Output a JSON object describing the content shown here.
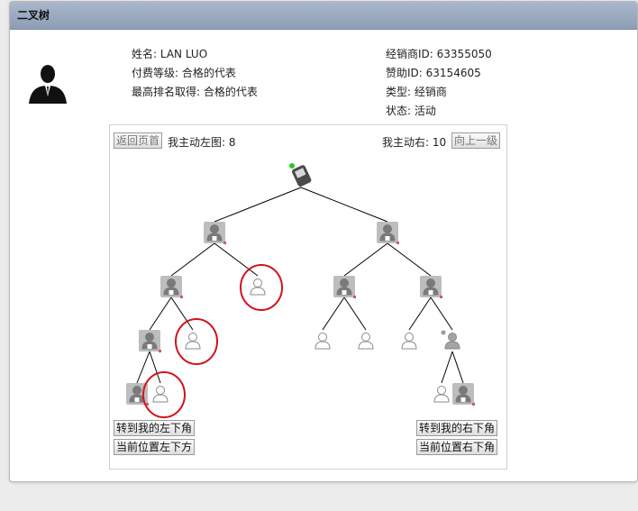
{
  "panel": {
    "title": "二叉树"
  },
  "member": {
    "name_label": "姓名:",
    "name_value": "LAN LUO",
    "pay_level_label": "付费等级:",
    "pay_level_value": "合格的代表",
    "highest_rank_label": "最高排名取得:",
    "highest_rank_value": "合格的代表",
    "dealer_id_label": "经销商ID:",
    "dealer_id_value": "63355050",
    "sponsor_id_label": "赞助ID:",
    "sponsor_id_value": "63154605",
    "type_label": "类型:",
    "type_value": "经销商",
    "status_label": "状态:",
    "status_value": "活动"
  },
  "tree": {
    "back_button": "返回页首",
    "left_count_label": "我主动左图:",
    "left_count": "8",
    "right_count_label": "我主动右:",
    "right_count": "10",
    "up_button": "向上一级",
    "go_bottom_left": "转到我的左下角",
    "go_bottom_right": "转到我的右下角",
    "current_bottom_left": "当前位置左下方",
    "current_bottom_right": "当前位置右下角",
    "nodes": [
      {
        "id": "root",
        "type": "phone-icon"
      },
      {
        "id": "L",
        "type": "active-member",
        "parent": "root"
      },
      {
        "id": "R",
        "type": "active-member",
        "parent": "root"
      },
      {
        "id": "LL",
        "type": "active-member",
        "parent": "L"
      },
      {
        "id": "LR",
        "type": "empty-slot",
        "parent": "L",
        "highlighted": true
      },
      {
        "id": "RL",
        "type": "active-member",
        "parent": "R"
      },
      {
        "id": "RR",
        "type": "active-member",
        "parent": "R"
      },
      {
        "id": "LLL",
        "type": "active-member",
        "parent": "LL"
      },
      {
        "id": "LLR",
        "type": "empty-slot",
        "parent": "LL",
        "highlighted": true
      },
      {
        "id": "RLL",
        "type": "empty-slot",
        "parent": "RL"
      },
      {
        "id": "RLR",
        "type": "empty-slot",
        "parent": "RL"
      },
      {
        "id": "RRL",
        "type": "empty-slot",
        "parent": "RR"
      },
      {
        "id": "RRR",
        "type": "gray-member",
        "parent": "RR"
      },
      {
        "id": "LLLL",
        "type": "active-member",
        "parent": "LLL"
      },
      {
        "id": "LLLR",
        "type": "empty-slot",
        "parent": "LLL",
        "highlighted": true
      },
      {
        "id": "RRRL",
        "type": "empty-slot",
        "parent": "RRR"
      },
      {
        "id": "RRRR",
        "type": "active-member",
        "parent": "RRR"
      }
    ],
    "colors": {
      "highlight_ring": "#d0141c",
      "member_box": "#bdbdbd",
      "member_figure": "#7a7a7a",
      "online_dot": "#22cc22",
      "edge": "#000000"
    }
  }
}
